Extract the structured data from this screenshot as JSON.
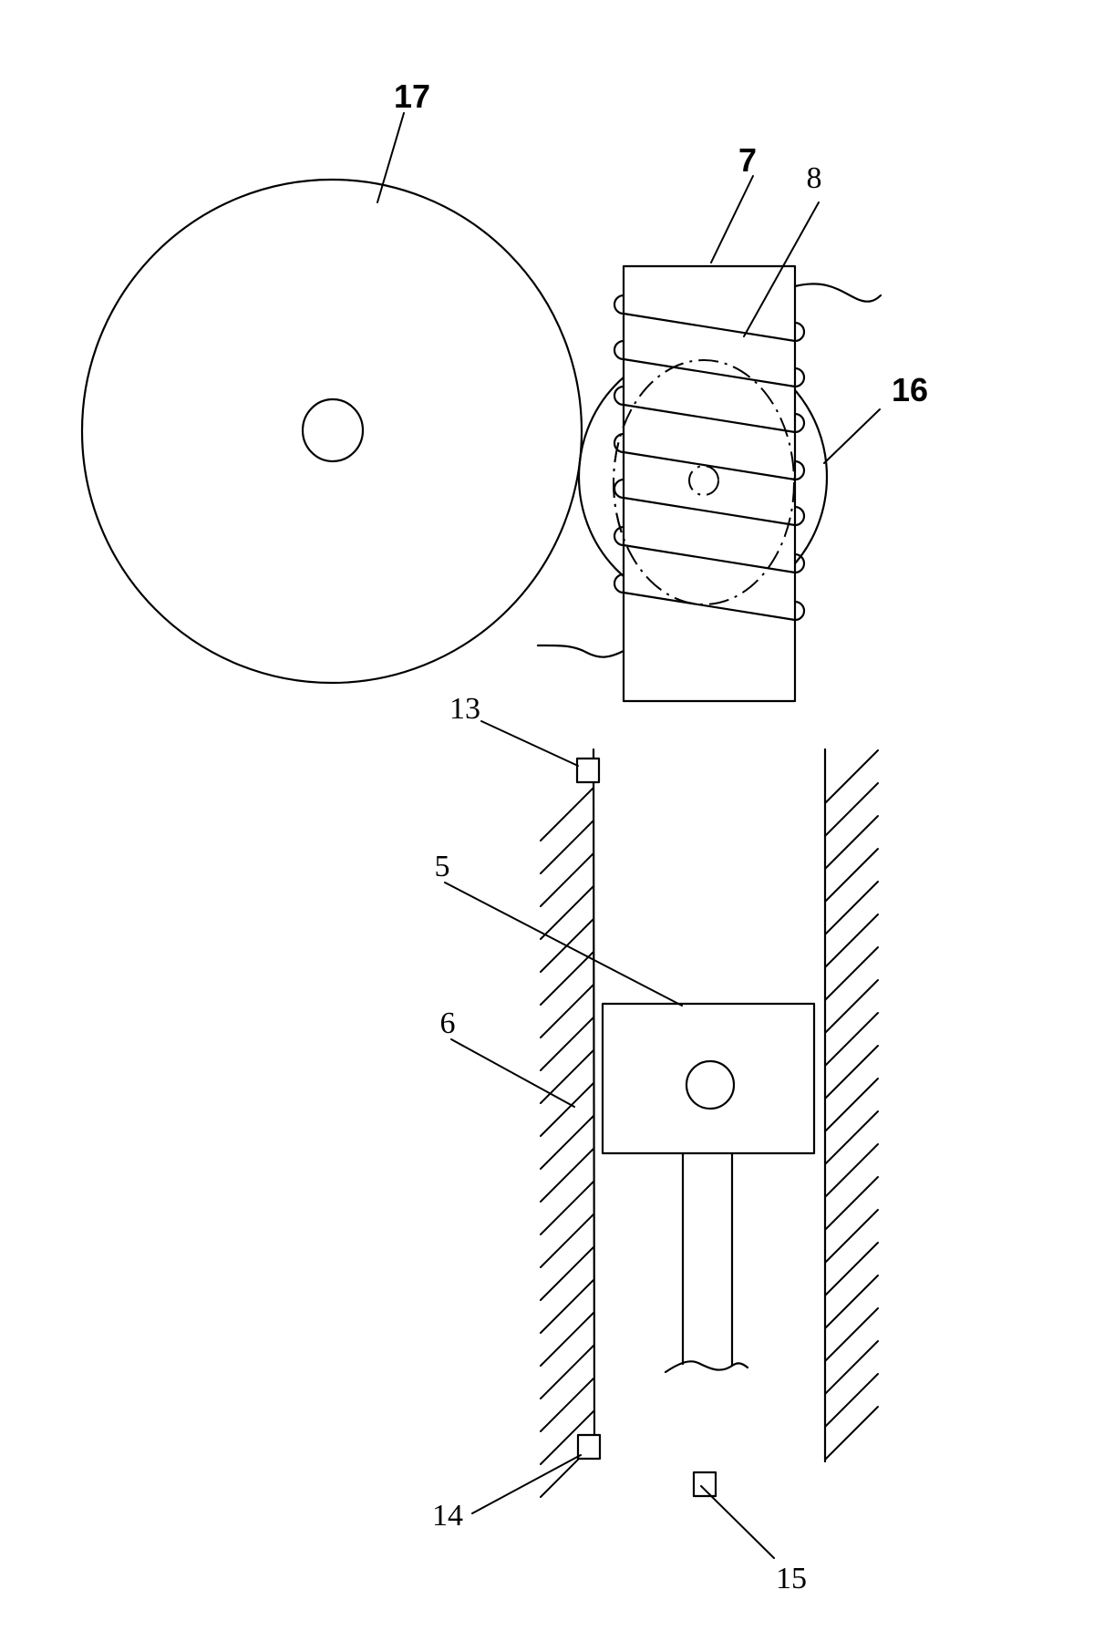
{
  "labels": {
    "l17": "17",
    "l7": "7",
    "l8": "8",
    "l16": "16",
    "l13": "13",
    "l5": "5",
    "l6": "6",
    "l14": "14",
    "l15": "15"
  }
}
